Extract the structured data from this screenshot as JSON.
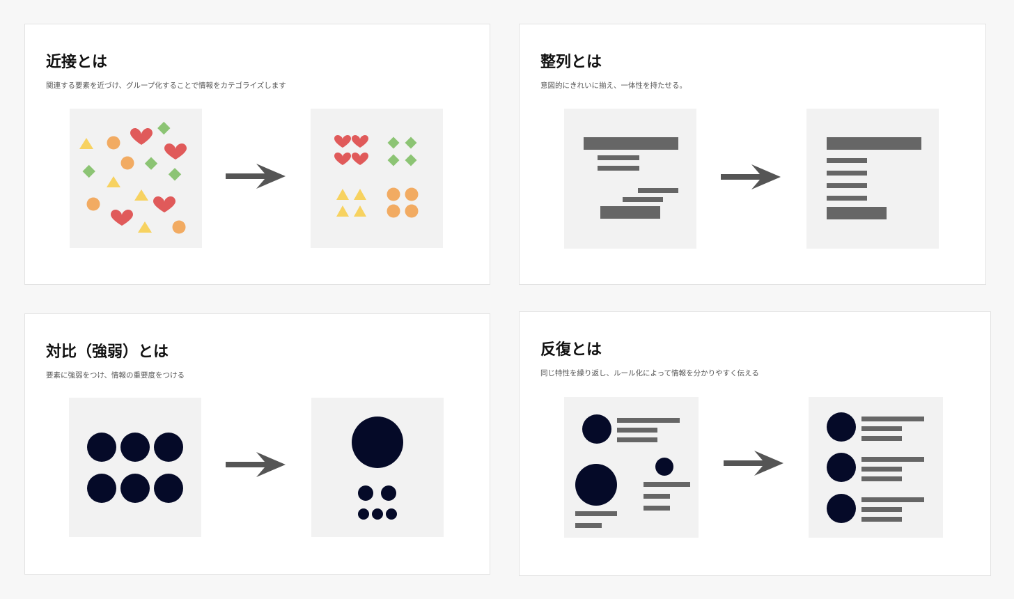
{
  "colors": {
    "heart": "#e05a5a",
    "diamond": "#8cc474",
    "triangle": "#f7d260",
    "circle": "#f2ab62",
    "bar": "#666666",
    "navy": "#050a28",
    "arrow": "#555555",
    "panel": "#f2f2f2"
  },
  "cards": {
    "proximity": {
      "title": "近接とは",
      "description": "関連する要素を近づけ、グループ化することで情報をカテゴライズします"
    },
    "alignment": {
      "title": "整列とは",
      "description": "意図的にきれいに揃え、一体性を持たせる。"
    },
    "contrast": {
      "title": "対比（強弱）とは",
      "description": "要素に強弱をつけ、情報の重要度をつける"
    },
    "repetition": {
      "title": "反復とは",
      "description": "同じ特性を繰り返し、ルール化によって情報を分かりやすく伝える"
    }
  },
  "icons": {
    "arrow": "right-arrow-icon",
    "heart": "heart-icon",
    "diamond": "diamond-icon",
    "triangle": "triangle-icon",
    "circle": "circle-icon"
  }
}
